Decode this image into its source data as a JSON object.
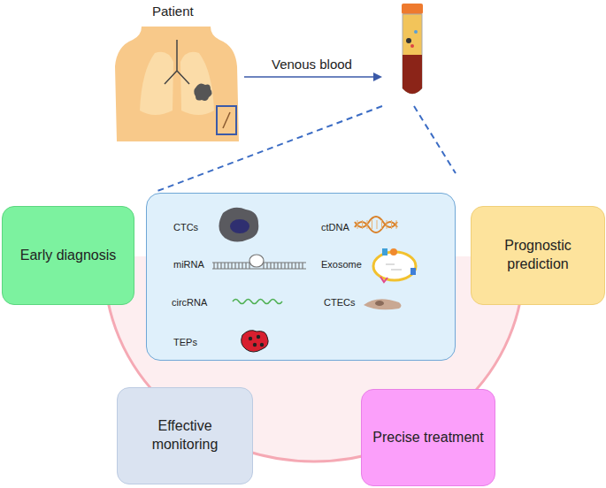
{
  "diagram": {
    "nodes": [
      {
        "text": [
          "CTCs",
          "ctDNA",
          "miRNA",
          "Exosome",
          "circRNA",
          "CTECs",
          "TEPs"
        ]
      },
      {
        "text": [
          "Early diagnosis"
        ]
      },
      {
        "text": [
          "Prognostic prediction"
        ]
      },
      {
        "text": [
          "Effective monitoring"
        ]
      },
      {
        "text": [
          "Precise treatment"
        ]
      }
    ],
    "labels": [
      "Patient",
      "Venous blood"
    ]
  }
}
